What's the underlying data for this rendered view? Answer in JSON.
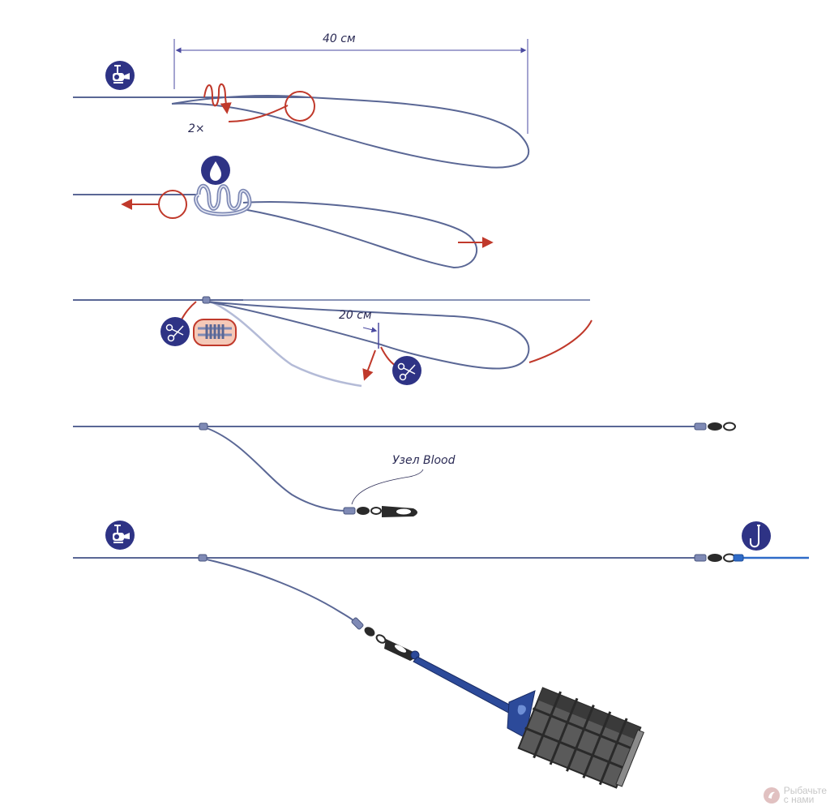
{
  "labels": {
    "len40": "40 см",
    "times": "2×",
    "len20": "20 см",
    "knot": "Узел Blood"
  },
  "watermark": {
    "line1": "Рыбачьте",
    "line2": "с нами"
  },
  "icons": [
    "reel-icon",
    "drop-icon",
    "scissors-icon",
    "hook-icon"
  ],
  "colors": {
    "line": "#5a6795",
    "accent": "#c0392b",
    "icon_bg": "#2e3385",
    "feeder": "#2c4a9a",
    "hooklink": "#2f6bc8"
  }
}
